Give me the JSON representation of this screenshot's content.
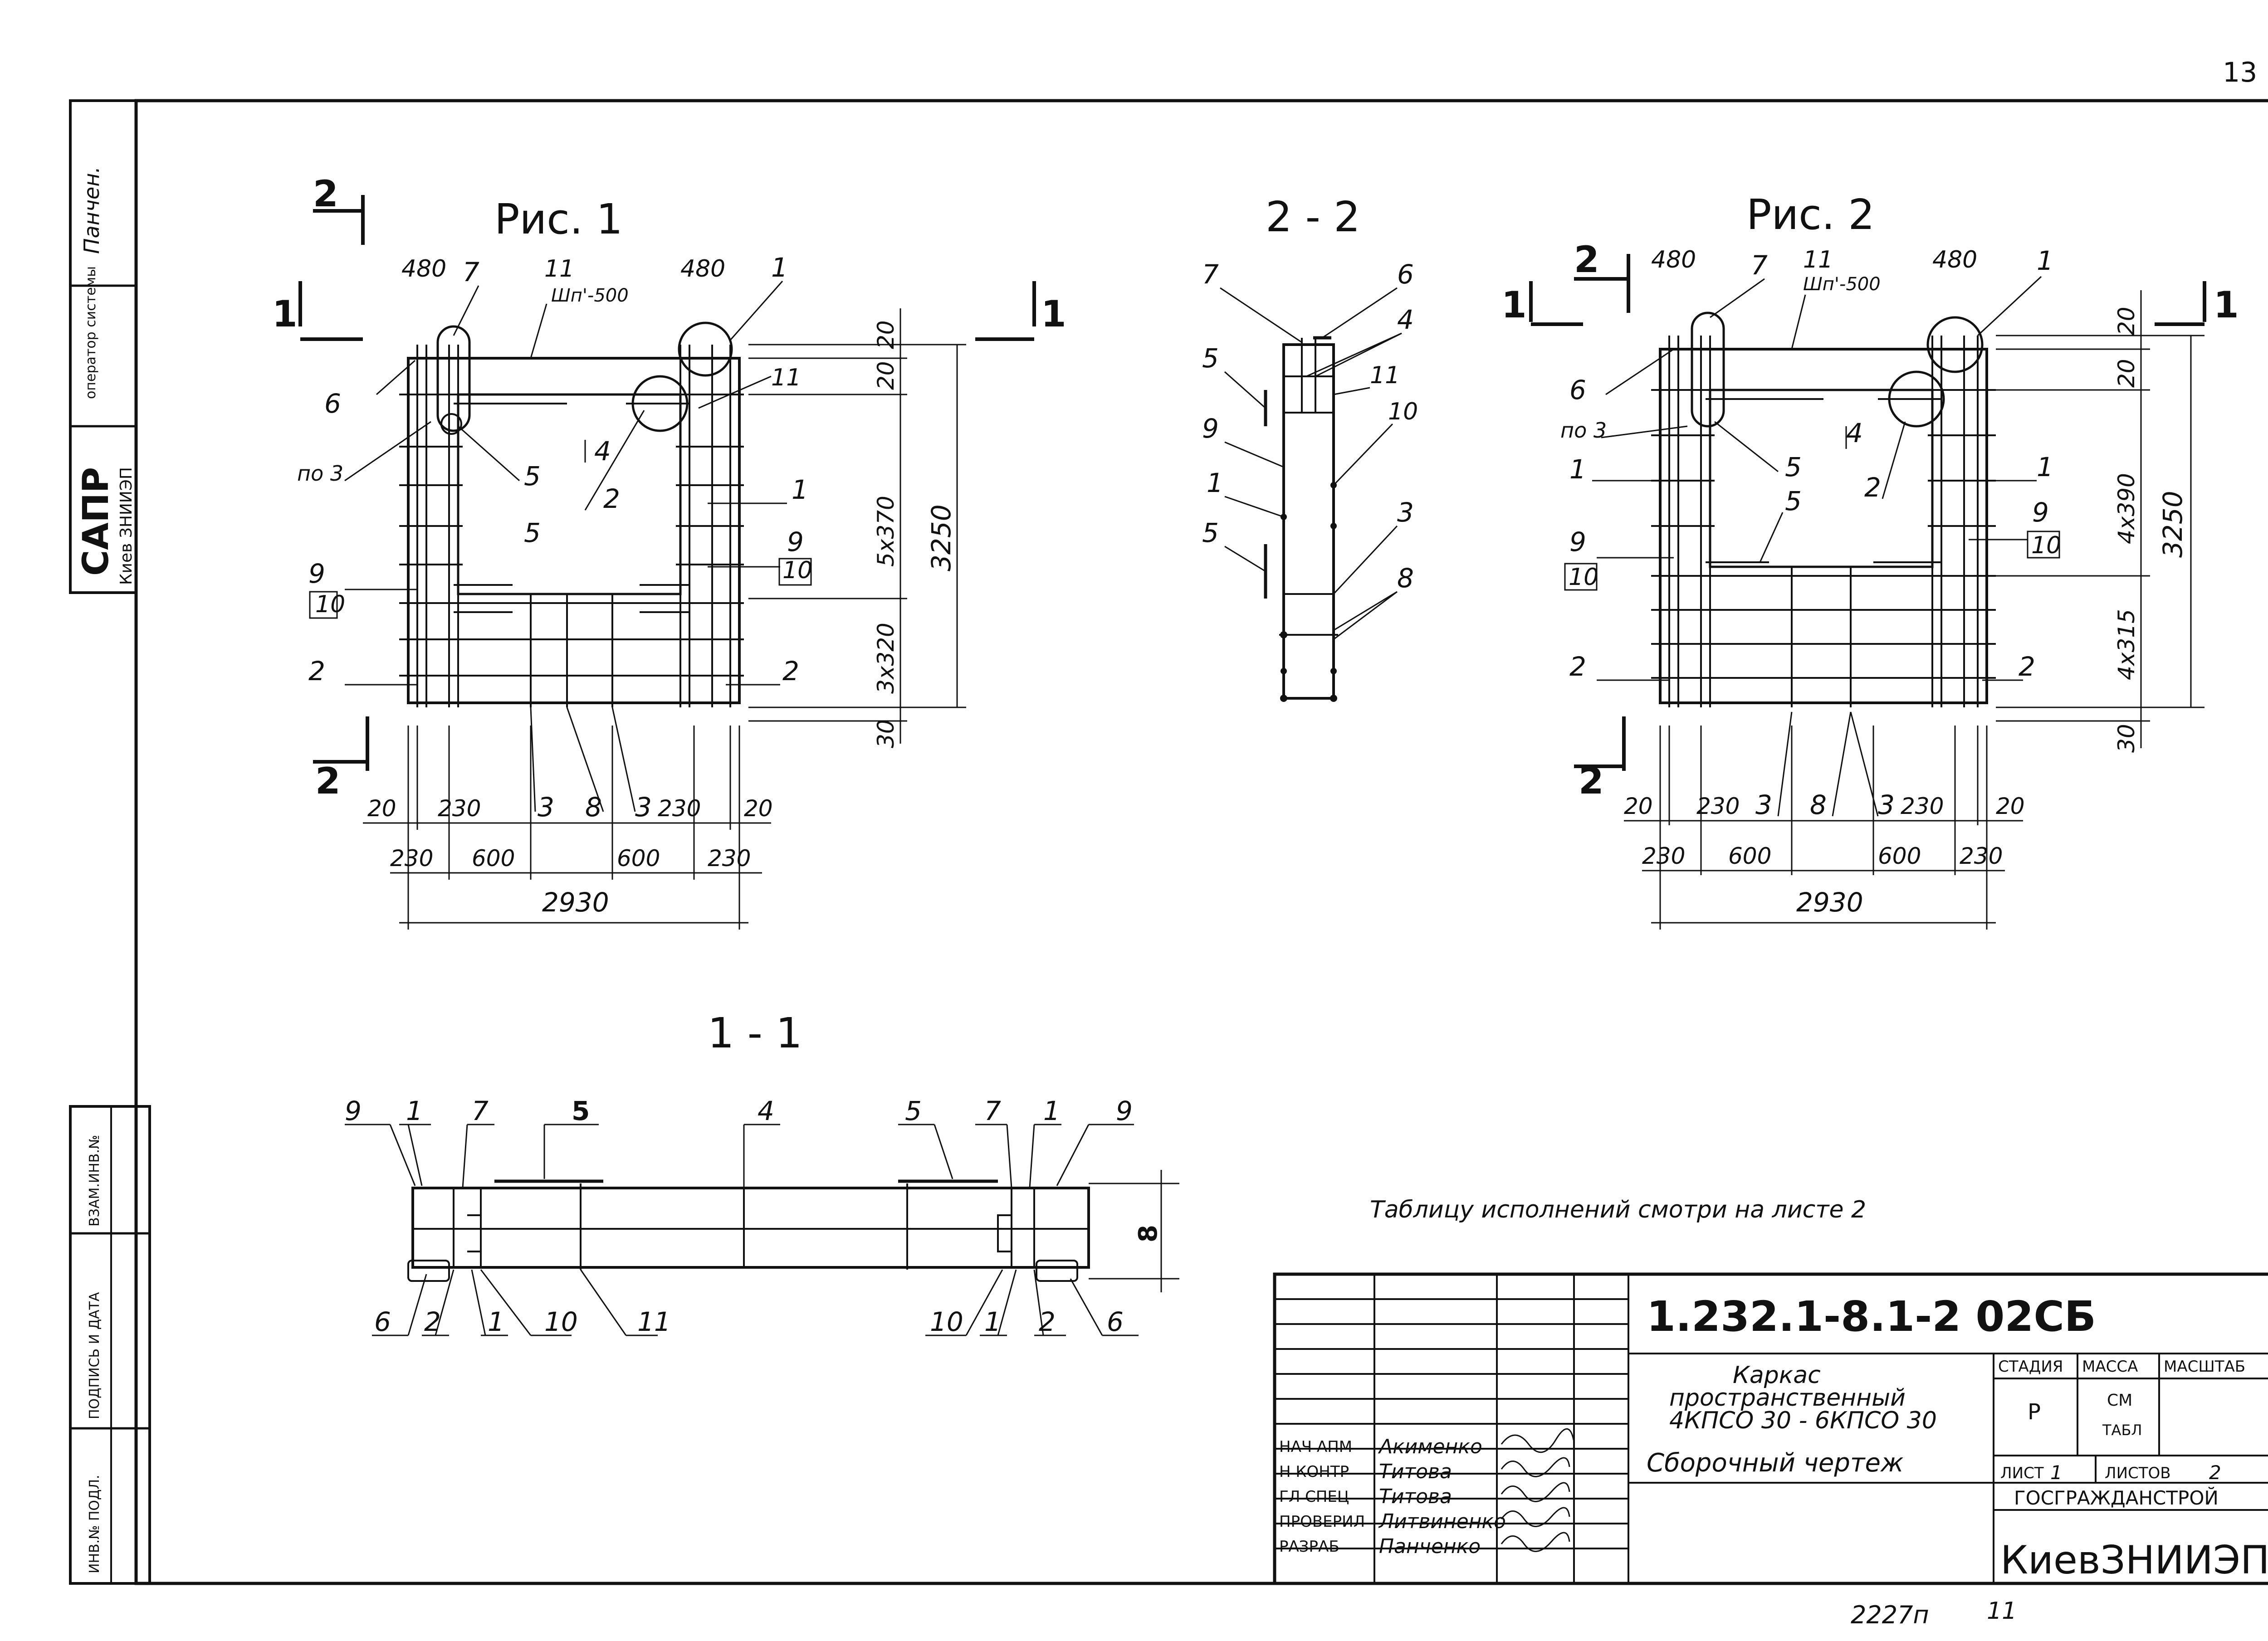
{
  "page_number": "13",
  "left_stamp": {
    "author": "Панчен.",
    "operator_label": "оператор системы",
    "sapr_label": "САПР",
    "org_label": "Киев ЗНИИЭП",
    "cell_vzam": "ВЗАМ.ИНВ.№",
    "cell_podpis": "ПОДПИСЬ И ДАТА",
    "cell_inv": "ИНВ.№ ПОДЛ."
  },
  "fig1": {
    "title": "Рис. 1",
    "section_2": "2",
    "section_1": "1",
    "callouts": [
      "480",
      "7",
      "11",
      "Шп'-500",
      "480",
      "1",
      "6",
      "по 3",
      "5",
      "4",
      "2",
      "11",
      "1",
      "5",
      "9",
      "10",
      "9",
      "10",
      "2",
      "2",
      "3",
      "8",
      "3"
    ],
    "dims_vertical": [
      "20",
      "20",
      "5x370",
      "3250",
      "3x320",
      "30"
    ],
    "dims_bottom_row1": [
      "20",
      "230",
      "230",
      "20"
    ],
    "dims_bottom_row2": [
      "230",
      "600",
      "600",
      "230"
    ],
    "dims_total": "2930"
  },
  "sec22": {
    "title": "2 - 2",
    "callouts": [
      "7",
      "6",
      "5",
      "4",
      "11",
      "9",
      "10",
      "1",
      "3",
      "5",
      "8"
    ]
  },
  "fig2": {
    "title": "Рис. 2",
    "section_2": "2",
    "section_1": "1",
    "callouts": [
      "480",
      "7",
      "11",
      "Шп'-500",
      "480",
      "1",
      "6",
      "по 3",
      "5",
      "4",
      "1",
      "5",
      "2",
      "1",
      "9",
      "10",
      "9",
      "10",
      "2",
      "2",
      "3",
      "8",
      "3"
    ],
    "dims_vertical": [
      "20",
      "20",
      "4x390",
      "3250",
      "4x315",
      "30"
    ],
    "dims_bottom_row1": [
      "20",
      "230",
      "3",
      "8",
      "3",
      "230",
      "20"
    ],
    "dims_bottom_row2": [
      "230",
      "600",
      "600",
      "230"
    ],
    "dims_total": "2930"
  },
  "sec11": {
    "title": "1 - 1",
    "callouts_top": [
      "9",
      "1",
      "7",
      "5",
      "4",
      "5",
      "7",
      "1",
      "9"
    ],
    "callouts_bottom": [
      "6",
      "2",
      "1",
      "10",
      "11",
      "10",
      "1",
      "2",
      "6"
    ],
    "height_label": "8"
  },
  "note": "Таблицу исполнений смотри на листе 2",
  "title_block": {
    "doc_code": "1.232.1-8.1-2 02СБ",
    "name_line1": "Каркас",
    "name_line2": "пространственный",
    "name_line3": "4КПСО 30 - 6КПСО 30",
    "drawing_type": "Сборочный чертеж",
    "stage_header": "СТАДИЯ",
    "mass_header": "МАССА",
    "scale_header": "МАСШТАБ",
    "stage": "Р",
    "mass": "СМ",
    "mass_2": "ТАБЛ",
    "sheet_label": "ЛИСТ",
    "sheet_no": "1",
    "sheets_label": "ЛИСТОВ",
    "sheets_total": "2",
    "org1": "ГОСГРАЖДАНСТРОЙ",
    "org2": "КиевЗНИИЭП",
    "signatures": [
      {
        "role": "НАЧ АПМ",
        "name": "Акименко"
      },
      {
        "role": "Н КОНТР",
        "name": "Титова"
      },
      {
        "role": "ГЛ СПЕЦ",
        "name": "Титова"
      },
      {
        "role": "ПРОВЕРИЛ",
        "name": "Литвиненко"
      },
      {
        "role": "РАЗРАБ",
        "name": "Панченко"
      }
    ]
  },
  "bottom_code": "2227п",
  "bottom_mark": "11"
}
